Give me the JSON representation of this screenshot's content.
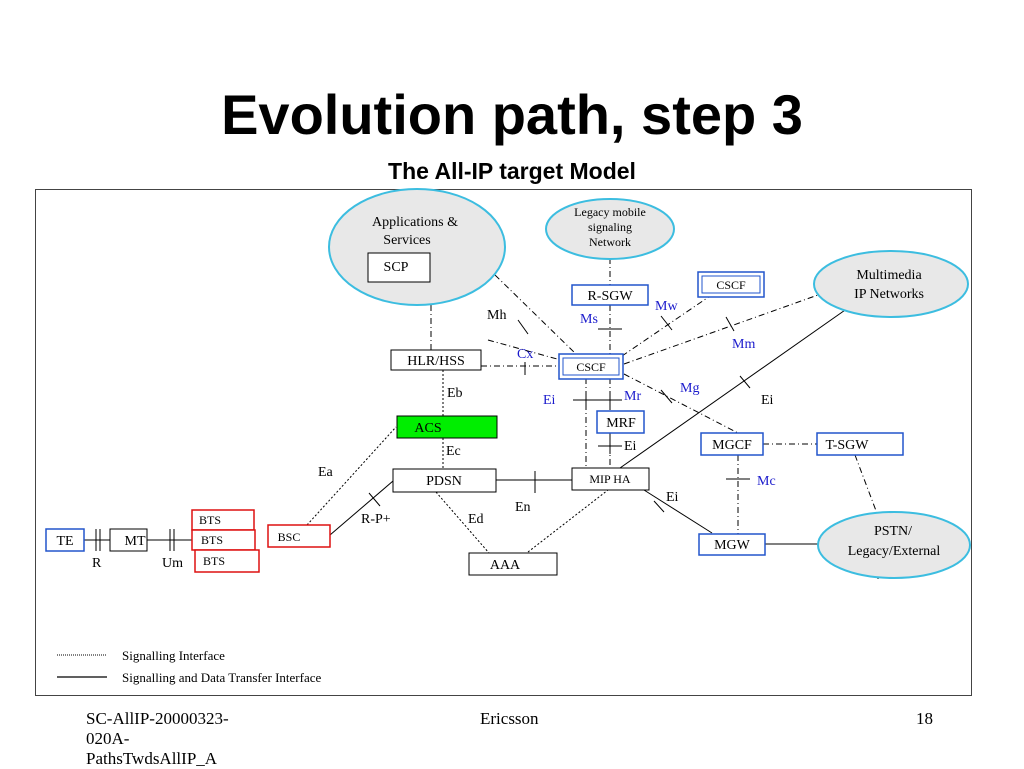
{
  "slide": {
    "title": "Evolution path, step 3",
    "subtitle": "The All-IP target Model"
  },
  "nodes": {
    "applications": "Applications &",
    "applications_line2": "Services",
    "scp": "SCP",
    "legacy_l1": "Legacy mobile",
    "legacy_l2": "signaling",
    "legacy_l3": "Network",
    "multimedia_l1": "Multimedia",
    "multimedia_l2": "IP Networks",
    "pstn_l1": "PSTN/",
    "pstn_l2": "Legacy/External",
    "rsgw": "R-SGW",
    "cscf_top": "CSCF",
    "hlr": "HLR/HSS",
    "cscf_mid": "CSCF",
    "acs": "ACS",
    "mrf": "MRF",
    "mgcf": "MGCF",
    "tsgw": "T-SGW",
    "pdsn": "PDSN",
    "mipha": "MIP HA",
    "mgw": "MGW",
    "aaa": "AAA",
    "bsc": "BSC",
    "bts1": "BTS",
    "bts2": "BTS",
    "bts3": "BTS",
    "te": "TE",
    "mt": "MT"
  },
  "interfaces": {
    "mh": "Mh",
    "ms": "Ms",
    "mw": "Mw",
    "mm": "Mm",
    "cx": "Cx",
    "mg": "Mg",
    "eb": "Eb",
    "ei_left": "Ei",
    "mr": "Mr",
    "ei_right": "Ei",
    "ec": "Ec",
    "ei_mrf": "Ei",
    "mc": "Mc",
    "ea": "Ea",
    "rp": "R-P+",
    "ed": "Ed",
    "en": "En",
    "ei_mip": "Ei",
    "r": "R",
    "um": "Um"
  },
  "legend": {
    "signalling": "Signalling Interface",
    "signalling_data": "Signalling and Data Transfer Interface"
  },
  "footer": {
    "doc_l1": "SC-AllIP-20000323-",
    "doc_l2": "020A-",
    "doc_l3": "PathsTwdsAllIP_A",
    "company": "Ericsson",
    "page": "18"
  },
  "colors": {
    "ellipse_fill": "#e8e8e8",
    "ellipse_stroke": "#3cbde0",
    "blue_box": "#2255cc",
    "red_box": "#dd1111",
    "acs_fill": "#00ee00",
    "interface_blue": "#1a1acc"
  }
}
